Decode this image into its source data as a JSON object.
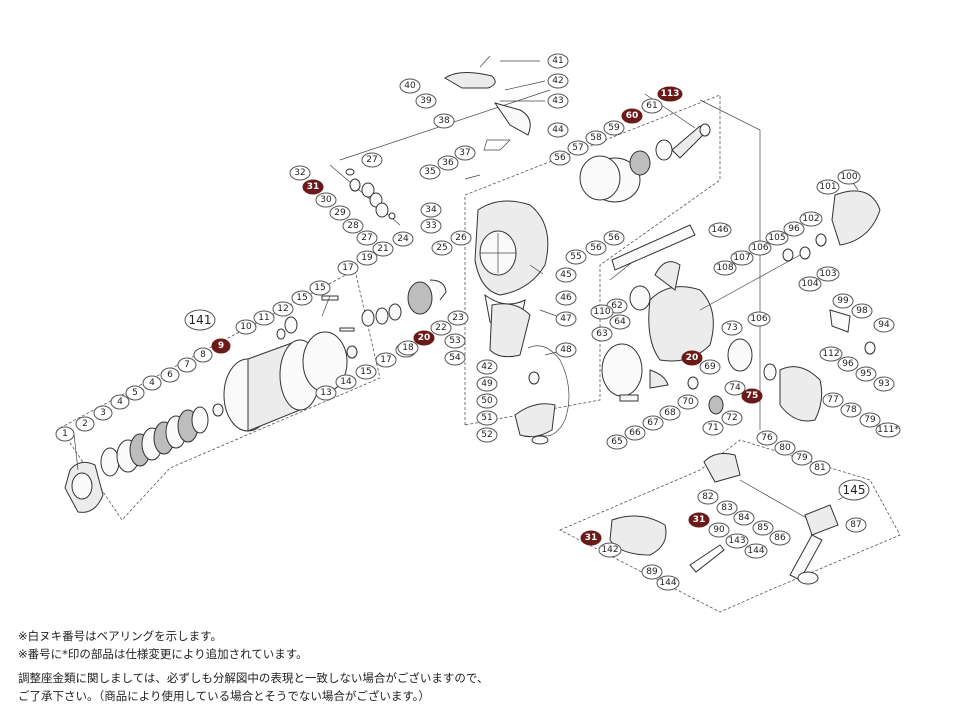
{
  "labels": {
    "p1": "1",
    "p2": "2",
    "p3": "3",
    "p4": "4",
    "p5": "5",
    "p6": "6",
    "p7": "7",
    "p8": "8",
    "p9": "9",
    "p10": "10",
    "p11": "11",
    "p12": "12",
    "p13": "13",
    "p14": "14",
    "p15a": "15",
    "p15b": "15",
    "p16": "16",
    "p17a": "17",
    "p17b": "17",
    "p18": "18",
    "p19": "19",
    "p20a": "20",
    "p20b": "20",
    "p21": "21",
    "p22": "22",
    "p23": "23",
    "p24": "24",
    "p25": "25",
    "p26": "26",
    "p27a": "27",
    "p27b": "27",
    "p28": "28",
    "p29": "29",
    "p30": "30",
    "p31a": "31",
    "p31b": "31",
    "p31c": "31",
    "p32": "32",
    "p33": "33",
    "p34": "34",
    "p35": "35",
    "p36": "36",
    "p37": "37",
    "p38": "38",
    "p39": "39",
    "p40": "40",
    "p41": "41",
    "p42a": "42",
    "p42b": "42",
    "p43": "43",
    "p44": "44",
    "p45": "45",
    "p46": "46",
    "p47": "47",
    "p48": "48",
    "p49": "49",
    "p50": "50",
    "p51": "51",
    "p52": "52",
    "p53": "53",
    "p54": "54",
    "p55": "55",
    "p56a": "56",
    "p56b": "56",
    "p56c": "56",
    "p57": "57",
    "p58": "58",
    "p59": "59",
    "p60": "60",
    "p61": "61",
    "p62": "62",
    "p63": "63",
    "p64": "64",
    "p65": "65",
    "p66": "66",
    "p67": "67",
    "p68": "68",
    "p69": "69",
    "p70": "70",
    "p71": "71",
    "p72": "72",
    "p73": "73",
    "p74": "74",
    "p75": "75",
    "p76": "76",
    "p77": "77",
    "p78": "78",
    "p79": "79",
    "p80": "80",
    "p81": "81",
    "p82": "82",
    "p83": "83",
    "p84": "84",
    "p85": "85",
    "p86": "86",
    "p87": "87",
    "p89": "89",
    "p90": "90",
    "p93": "93",
    "p94": "94",
    "p95": "95",
    "p96a": "96",
    "p96b": "96",
    "p98": "98",
    "p99": "99",
    "p100": "100",
    "p101": "101",
    "p102": "102",
    "p103": "103",
    "p104": "104",
    "p105": "105",
    "p106a": "106",
    "p106b": "106",
    "p107": "107",
    "p108": "108",
    "p110": "110",
    "p111": "111*",
    "p112": "112",
    "p113": "113",
    "p141": "141",
    "p142": "142",
    "p143": "143",
    "p144a": "144",
    "p144b": "144",
    "p145": "145",
    "p146": "146"
  },
  "notes": {
    "line1": "※白ヌキ番号はベアリングを示します。",
    "line2": "※番号に*印の部品は仕様変更により追加されています。",
    "line3": "調整座金類に関しましては、必ずしも分解図中の表現と一致しない場合がございますので、",
    "line4": "ご了承下さい。（商品により使用している場合とそうでない場合がございます。）"
  },
  "colors": {
    "bearing_fill": "#6b1a1a",
    "line": "#333333",
    "label_border": "#555555"
  }
}
